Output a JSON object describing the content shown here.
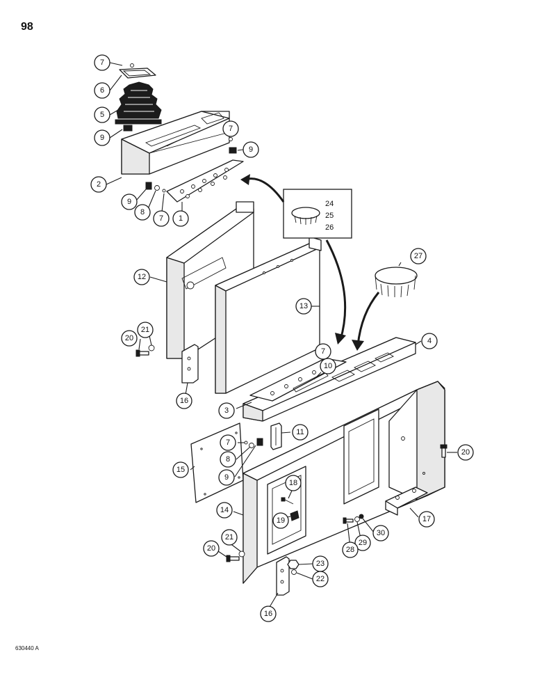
{
  "page": {
    "number": "98",
    "figure_code": "630440 A"
  },
  "cap_box": {
    "labels": [
      "24",
      "25",
      "26"
    ]
  },
  "callouts": [
    {
      "id": "c7a",
      "label": "7"
    },
    {
      "id": "c6",
      "label": "6"
    },
    {
      "id": "c5",
      "label": "5"
    },
    {
      "id": "c9a",
      "label": "9"
    },
    {
      "id": "c7b",
      "label": "7"
    },
    {
      "id": "c9b",
      "label": "9"
    },
    {
      "id": "c2",
      "label": "2"
    },
    {
      "id": "c9c",
      "label": "9"
    },
    {
      "id": "c8a",
      "label": "8"
    },
    {
      "id": "c7c",
      "label": "7"
    },
    {
      "id": "c1",
      "label": "1"
    },
    {
      "id": "c12",
      "label": "12"
    },
    {
      "id": "c13",
      "label": "13"
    },
    {
      "id": "c27",
      "label": "27"
    },
    {
      "id": "c20a",
      "label": "20"
    },
    {
      "id": "c21a",
      "label": "21"
    },
    {
      "id": "c4",
      "label": "4"
    },
    {
      "id": "c7d",
      "label": "7"
    },
    {
      "id": "c10",
      "label": "10"
    },
    {
      "id": "c16a",
      "label": "16"
    },
    {
      "id": "c3",
      "label": "3"
    },
    {
      "id": "c11",
      "label": "11"
    },
    {
      "id": "c7e",
      "label": "7"
    },
    {
      "id": "c8b",
      "label": "8"
    },
    {
      "id": "c15",
      "label": "15"
    },
    {
      "id": "c9d",
      "label": "9"
    },
    {
      "id": "c20b",
      "label": "20"
    },
    {
      "id": "c18",
      "label": "18"
    },
    {
      "id": "c19",
      "label": "19"
    },
    {
      "id": "c14",
      "label": "14"
    },
    {
      "id": "c17",
      "label": "17"
    },
    {
      "id": "c21b",
      "label": "21"
    },
    {
      "id": "c20c",
      "label": "20"
    },
    {
      "id": "c30",
      "label": "30"
    },
    {
      "id": "c29",
      "label": "29"
    },
    {
      "id": "c28",
      "label": "28"
    },
    {
      "id": "c23",
      "label": "23"
    },
    {
      "id": "c22",
      "label": "22"
    },
    {
      "id": "c16b",
      "label": "16"
    }
  ]
}
